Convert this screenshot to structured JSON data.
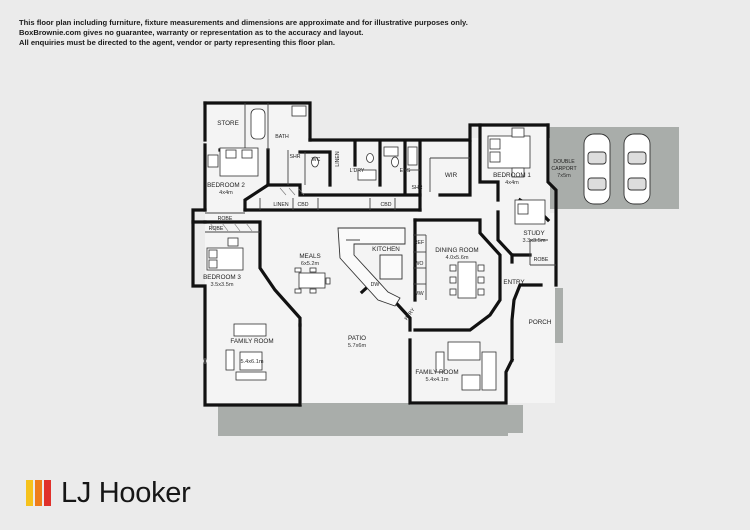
{
  "disclaimer": [
    "This floor plan including furniture, fixture measurements and dimensions are approximate and for illustrative purposes only.",
    "BoxBrownie.com gives no guarantee, warranty or representation as to the accuracy and layout.",
    "All enquiries must be directed to the agent, vendor or party representing this floor plan."
  ],
  "rooms": {
    "store": "STORE",
    "bath": "BATH",
    "shr1": "SHR",
    "wc1": "WC",
    "linen_v": "LINEN",
    "ldry": "L'DRY",
    "ens": "ENS",
    "shr2": "SHR",
    "wir": "WIR",
    "bed1": {
      "name": "BEDROOM 1",
      "dim": "4x4m"
    },
    "bed2": {
      "name": "BEDROOM 2",
      "dim": "4x4m"
    },
    "bed3": {
      "name": "BEDROOM 3",
      "dim": "3.5x3.5m"
    },
    "carport": {
      "name": "DOUBLE CARPORT",
      "dim": "7x5m"
    },
    "robe1": "ROBE",
    "robe2": "ROBE",
    "robe3": "ROBE",
    "linen_h": "LINEN",
    "cbd1": "CBD",
    "cbd2": "CBD",
    "meals": {
      "name": "MEALS",
      "dim": "6x5.2m"
    },
    "kitchen": "KITCHEN",
    "ref": "REF",
    "wo": "WO",
    "mw": "MW",
    "dw": "DW",
    "ptry": "PTRY",
    "dining": {
      "name": "DINING ROOM",
      "dim": "4.0x5.6m"
    },
    "study": {
      "name": "STUDY",
      "dim": "3.3x3.5m"
    },
    "entry": "ENTRY",
    "porch": "PORCH",
    "family_left": {
      "name": "FAMILY ROOM",
      "dim": "5.4x6.1m"
    },
    "patio": {
      "name": "PATIO",
      "dim": "5.7x6m"
    },
    "family_right": {
      "name": "FAMILY ROOM",
      "dim": "5.4x4.1m"
    }
  },
  "brand": {
    "name": "LJ Hooker",
    "colors": [
      "#f6c21c",
      "#ef7d1a",
      "#e0312b"
    ]
  }
}
